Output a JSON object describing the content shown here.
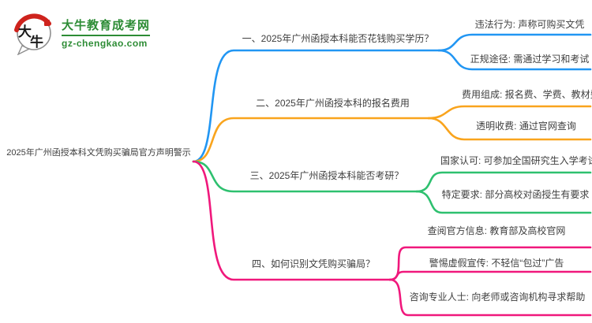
{
  "site": {
    "badge_text": "大牛",
    "name": "大牛教育成考网",
    "domain": "gz-chengkao.com",
    "green": "#2d8c35",
    "red": "#ce231d",
    "ink": "#1a1a1a"
  },
  "mindmap": {
    "text_color": "#3e3e3e",
    "root": {
      "label": "2025年广州函授本科文凭购买骗局官方声明警示"
    },
    "branches": [
      {
        "label": "一、2025年广州函授本科能否花钱购买学历？",
        "color": "#2196f3",
        "children": [
          "违法行为: 声称可购买文凭",
          "正规途径: 需通过学习和考试"
        ]
      },
      {
        "label": "二、2025年广州函授本科的报名费用",
        "color": "#f9a41d",
        "children": [
          "费用组成: 报名费、学费、教材费",
          "透明收费: 通过官网查询"
        ]
      },
      {
        "label": "三、2025年广州函授本科能否考研？",
        "color": "#2ec06f",
        "children": [
          "国家认可: 可参加全国研究生入学考试",
          "特定要求: 部分高校对函授生有要求"
        ]
      },
      {
        "label": "四、如何识别文凭购买骗局？",
        "color": "#f0187c",
        "children": [
          "查阅官方信息: 教育部及高校官网",
          "警惕虚假宣传: 不轻信“包过”广告",
          "咨询专业人士: 向老师或咨询机构寻求帮助"
        ]
      }
    ]
  }
}
